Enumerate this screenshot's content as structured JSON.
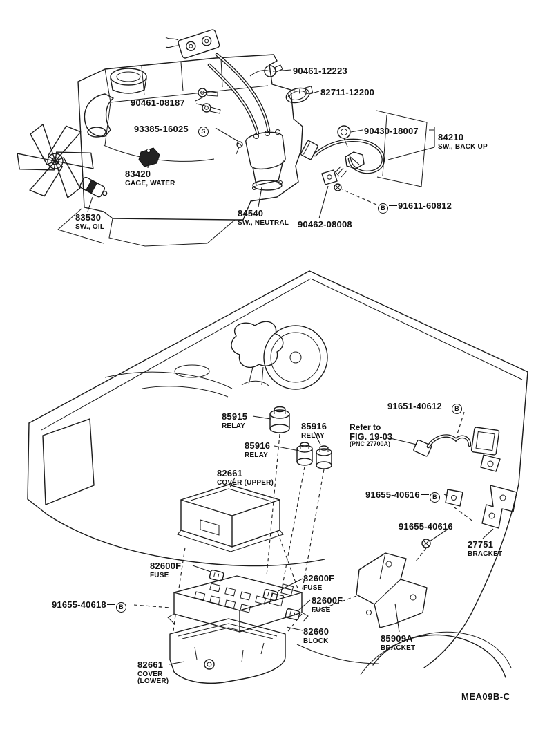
{
  "figure": {
    "code": "MEA09B-C"
  },
  "callouts": {
    "c90461_12223": {
      "part": "90461-12223"
    },
    "c90461_08187": {
      "part": "90461-08187"
    },
    "c82711_12200": {
      "part": "82711-12200"
    },
    "c93385_16025": {
      "part": "93385-16025",
      "marker": "S"
    },
    "c90430_18007": {
      "part": "90430-18007"
    },
    "c84210": {
      "part": "84210",
      "desc": "SW., BACK UP"
    },
    "c83420": {
      "part": "83420",
      "desc": "GAGE, WATER"
    },
    "c84540": {
      "part": "84540",
      "desc": "SW., NEUTRAL"
    },
    "c90462_08008": {
      "part": "90462-08008"
    },
    "c91611_60812": {
      "part": "91611-60812",
      "marker": "B"
    },
    "c83530": {
      "part": "83530",
      "desc": "SW., OIL"
    },
    "c91651_40612": {
      "part": "91651-40612",
      "marker": "B"
    },
    "c85915": {
      "part": "85915",
      "desc": "RELAY"
    },
    "c85916_right": {
      "part": "85916",
      "desc": "RELAY"
    },
    "c85916_left": {
      "part": "85916",
      "desc": "RELAY"
    },
    "refer": {
      "line1": "Refer to",
      "line2": "FIG. 19-03",
      "line3": "(PNC 27700A)"
    },
    "c82661_upper": {
      "part": "82661",
      "desc": "COVER (UPPER)"
    },
    "c91655_40616_a": {
      "part": "91655-40616",
      "marker": "B"
    },
    "c91655_40616_b": {
      "part": "91655-40616"
    },
    "c27751": {
      "part": "27751",
      "desc": "BRACKET"
    },
    "c82600F_a": {
      "part": "82600F",
      "desc": "FUSE"
    },
    "c82600F_b": {
      "part": "82600F",
      "desc": "FUSE"
    },
    "c82600F_c": {
      "part": "82600F",
      "desc": "FUSE"
    },
    "c91655_40618": {
      "part": "91655-40618",
      "marker": "B"
    },
    "c82660": {
      "part": "82660",
      "desc": "BLOCK"
    },
    "c85909A": {
      "part": "85909A",
      "desc": "BRACKET"
    },
    "c82661_lower": {
      "part": "82661",
      "desc": "COVER",
      "desc2": "(LOWER)"
    }
  }
}
